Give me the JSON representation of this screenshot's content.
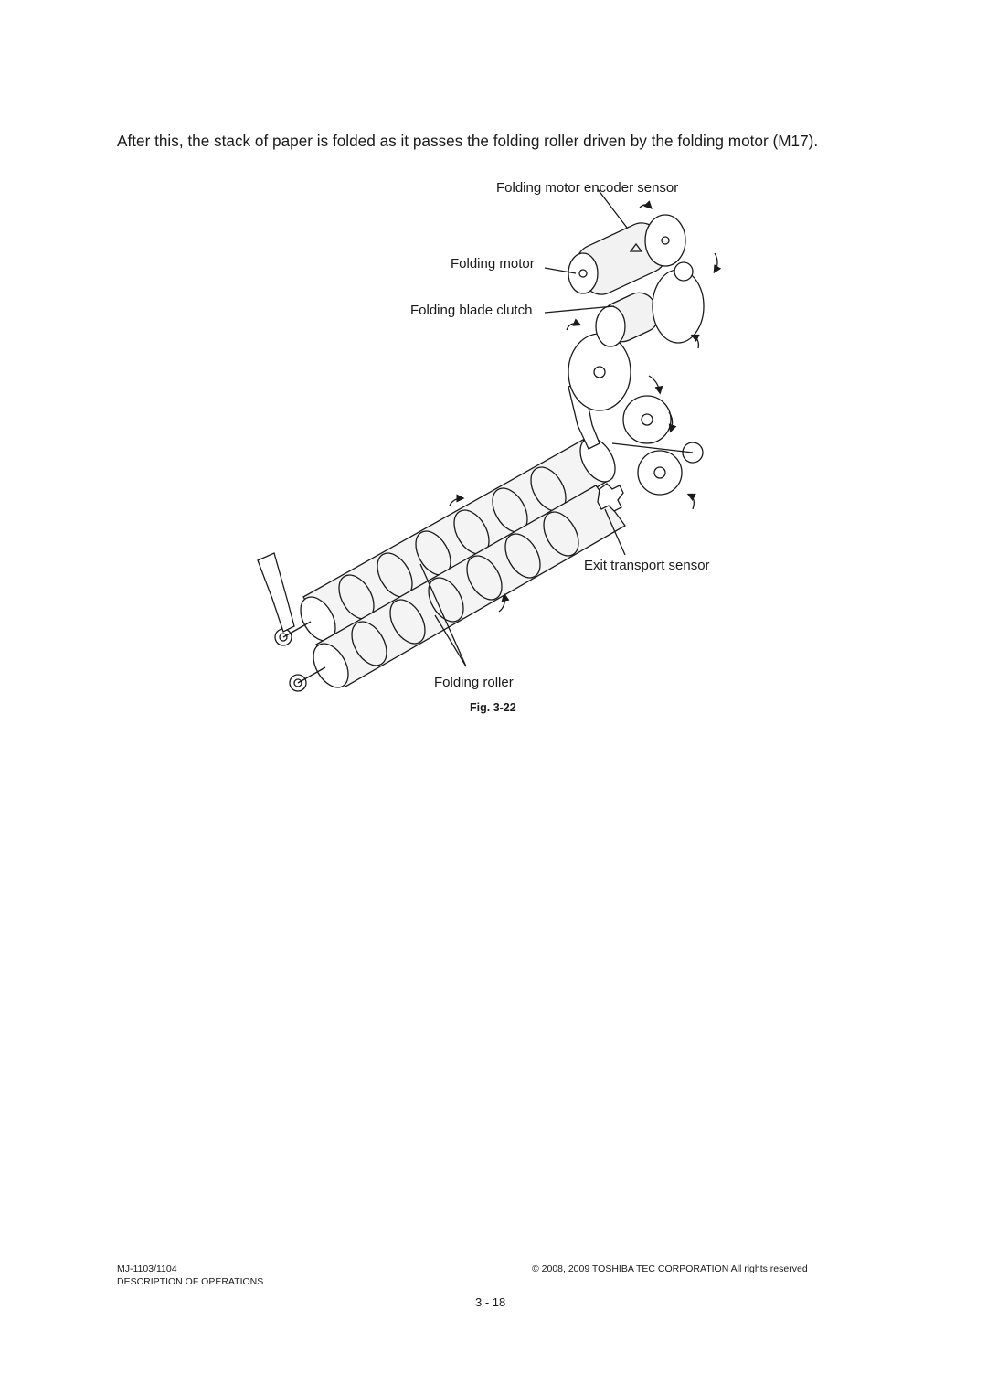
{
  "intro_text": "After this, the stack of paper is folded as it passes the folding roller driven by the folding motor (M17).",
  "figure": {
    "labels": {
      "encoder_sensor": "Folding motor encoder sensor",
      "motor": "Folding motor",
      "blade_clutch": "Folding blade clutch",
      "exit_sensor": "Exit transport sensor",
      "folding_roller": "Folding roller"
    },
    "caption": "Fig. 3-22"
  },
  "footer": {
    "model": "MJ-1103/1104",
    "section": "DESCRIPTION OF OPERATIONS",
    "copyright": "© 2008, 2009 TOSHIBA TEC CORPORATION All rights reserved",
    "page_number": "3 - 18"
  }
}
